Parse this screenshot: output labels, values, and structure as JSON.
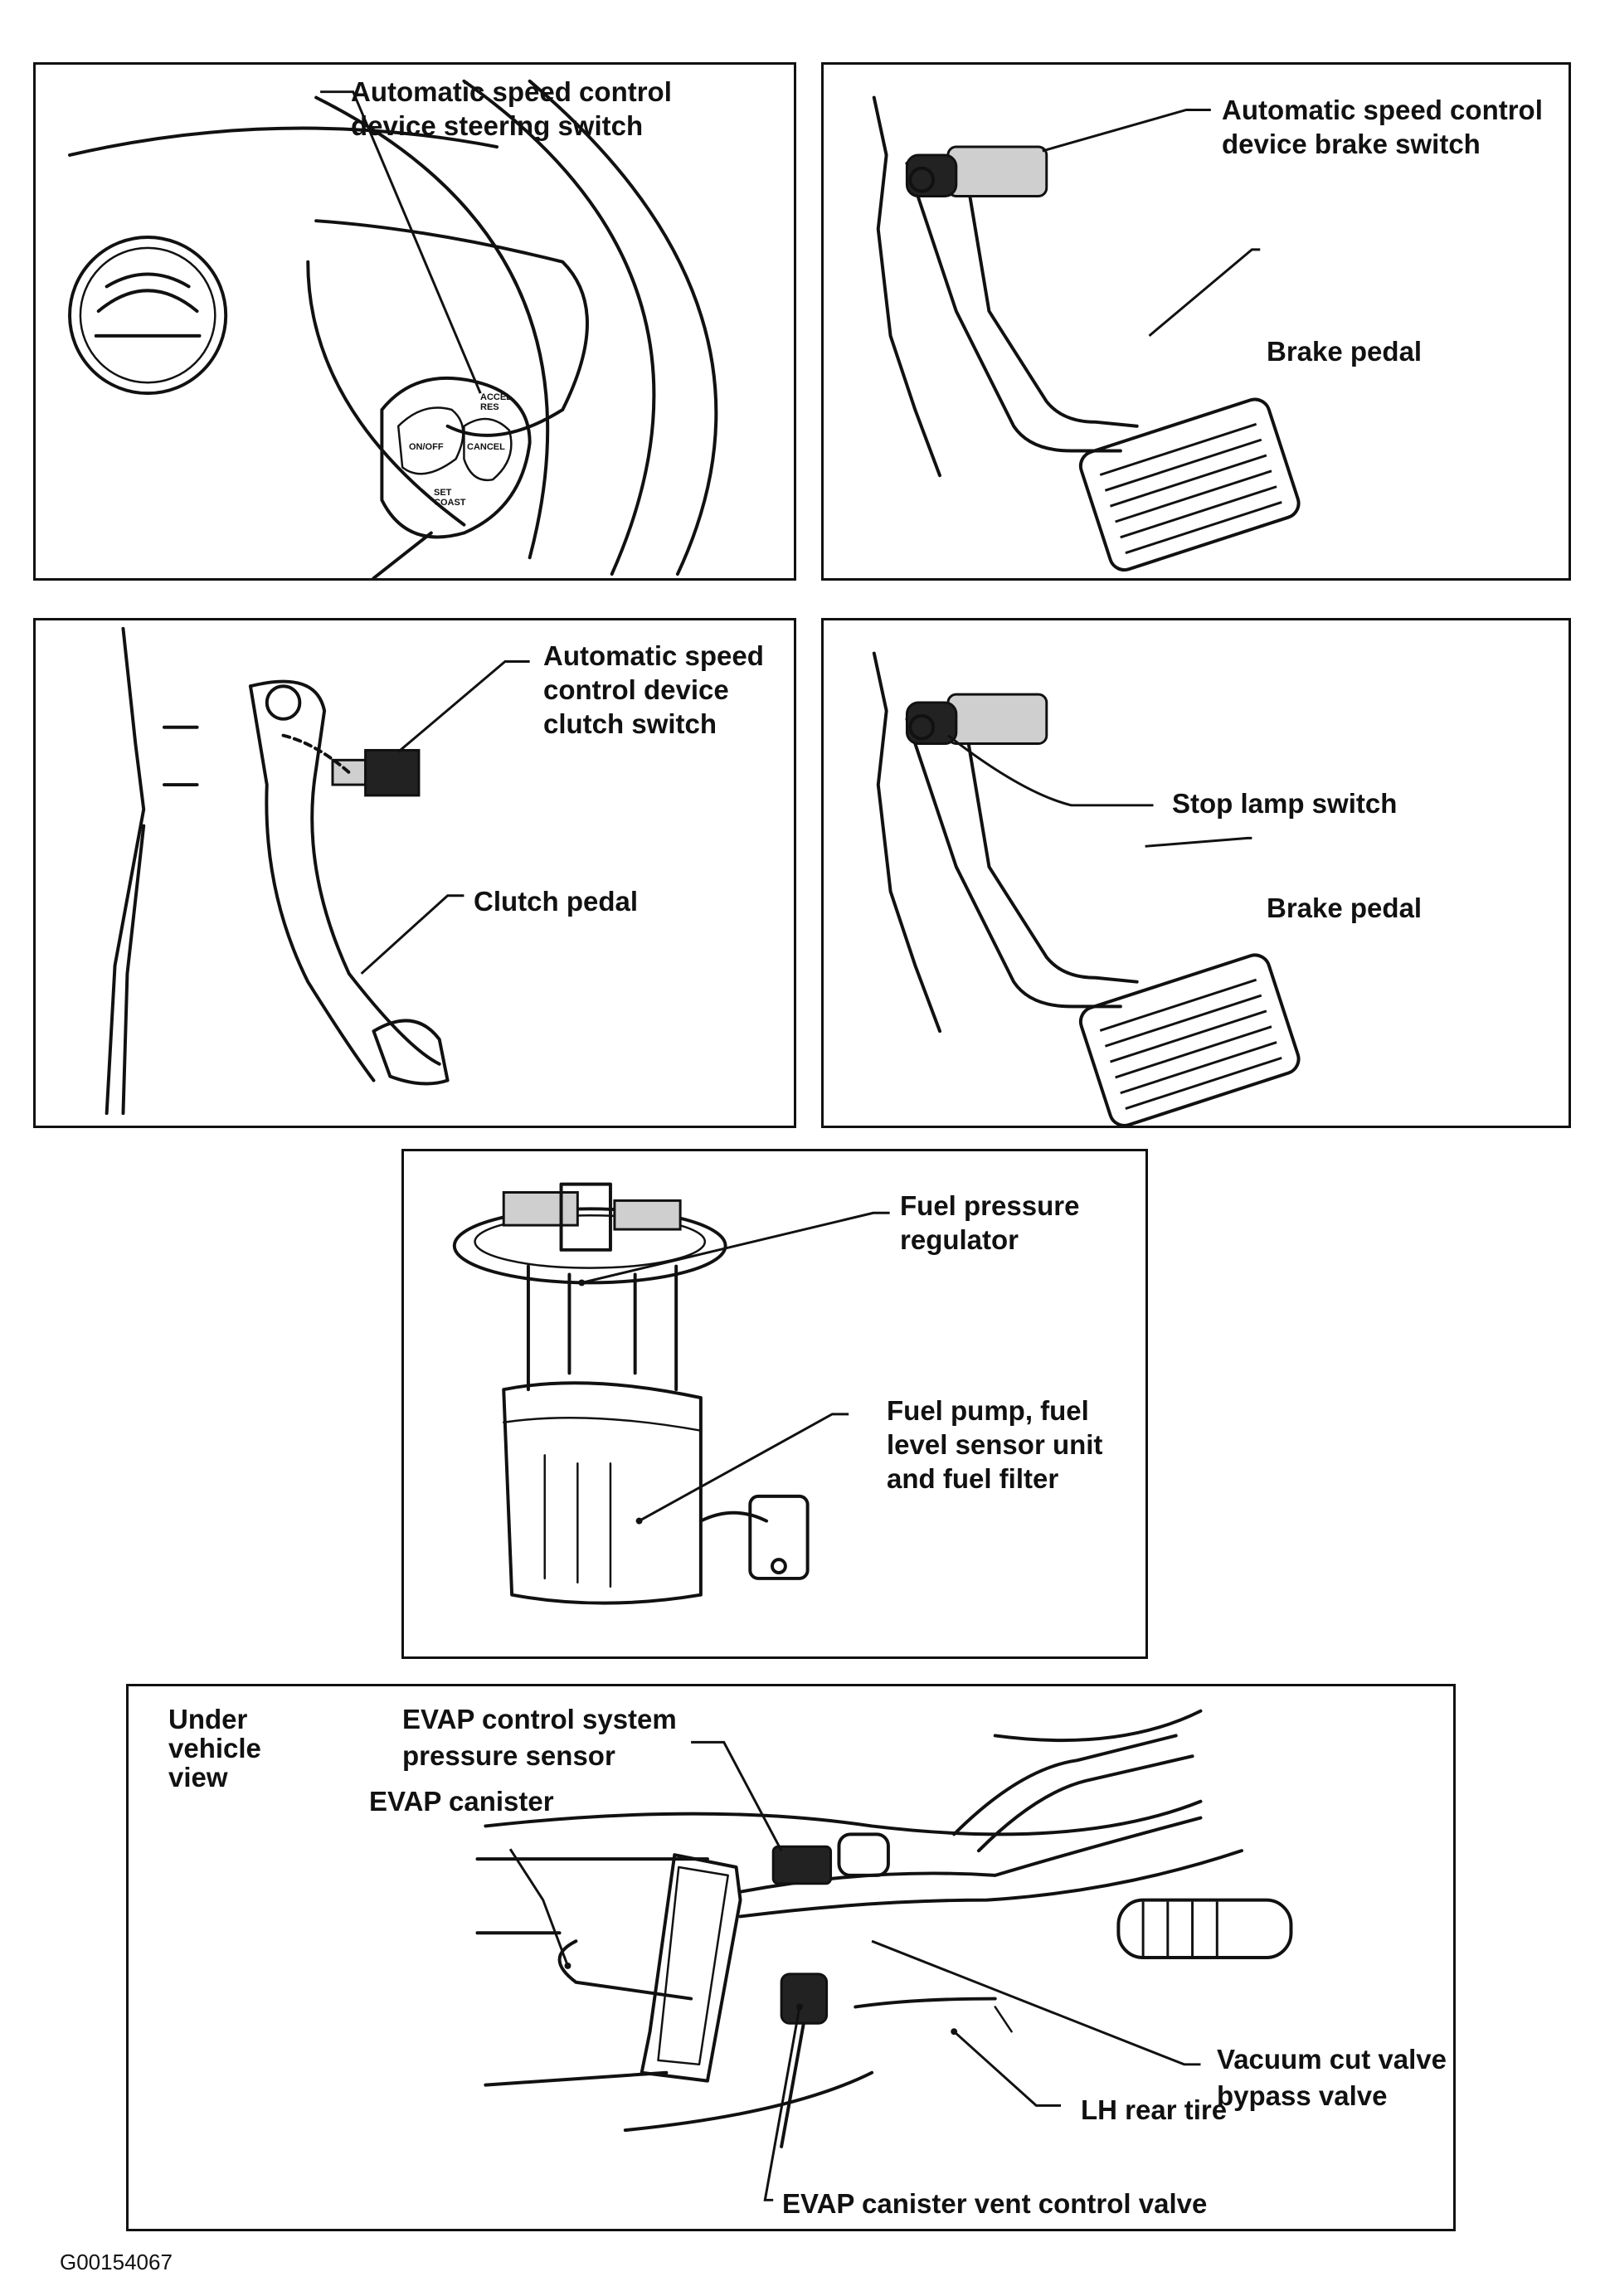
{
  "panels": {
    "steering": {
      "label": "Automatic speed control\ndevice steering switch",
      "button_labels": {
        "accel": "ACCEL\nRES",
        "cancel": "CANCEL",
        "set": "SET\nCOAST",
        "onoff": "ON/OFF"
      }
    },
    "brake_switch": {
      "label_switch": "Automatic speed control\ndevice brake switch",
      "label_pedal": "Brake pedal"
    },
    "clutch": {
      "label_switch": "Automatic speed\ncontrol device\nclutch switch",
      "label_pedal": "Clutch pedal"
    },
    "stop_lamp": {
      "label_switch": "Stop lamp switch",
      "label_pedal": "Brake pedal"
    },
    "fuel": {
      "label_regulator": "Fuel pressure\nregulator",
      "label_pump": "Fuel pump, fuel\nlevel sensor unit\nand fuel filter"
    },
    "evap": {
      "view_label": "Under\nvehicle\nview",
      "label_pressure_sensor": "EVAP control system\npressure sensor",
      "label_canister": "EVAP canister",
      "label_vacuum_valve": "Vacuum cut valve\nbypass valve",
      "label_tire": "LH rear tire",
      "label_vent_valve": "EVAP canister vent control valve"
    }
  },
  "figure_id": "G00154067"
}
